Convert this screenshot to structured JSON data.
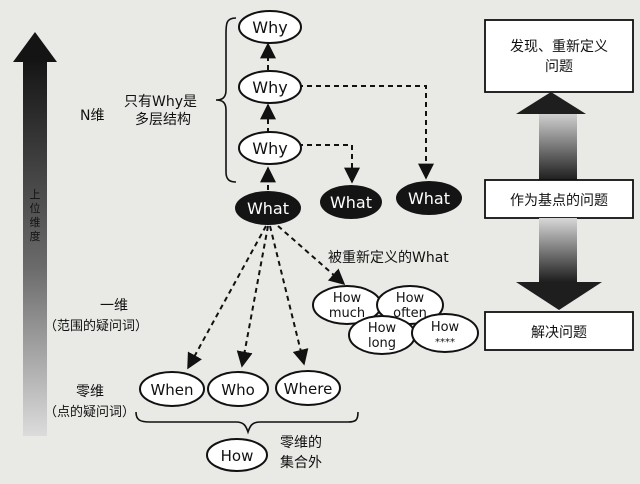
{
  "levels": {
    "n_dim": "N维",
    "n_dim_note_line1": "只有Why是",
    "n_dim_note_line2": "多层结构",
    "one_dim": "一维",
    "one_dim_note": "（范围的疑问词）",
    "zero_dim": "零维",
    "zero_dim_note": "（点的疑问词）",
    "outside_line1": "零维的",
    "outside_line2": "集合外"
  },
  "vertical_axis_label": [
    "上",
    "位",
    "维",
    "度"
  ],
  "nodes": {
    "why_top": "Why",
    "why_mid": "Why",
    "why_low": "Why",
    "what_center": "What",
    "what_redefined_1": "What",
    "what_redefined_2": "What",
    "redefined_label": "被重新定义的What",
    "how_much": [
      "How",
      "much"
    ],
    "how_often": [
      "How",
      "often"
    ],
    "how_long": [
      "How",
      "long"
    ],
    "how_other": [
      "How",
      "****"
    ],
    "when": "When",
    "who": "Who",
    "where": "Where",
    "how_outside": "How"
  },
  "right_panel": {
    "top_box": [
      "发现、重新定义",
      "问题"
    ],
    "mid_box": "作为基点的问题",
    "bottom_box": "解决问题"
  },
  "colors": {
    "ink": "#111111",
    "paper": "#e9e9e6",
    "box_fill": "#ffffff",
    "node_dark": "#141414"
  }
}
